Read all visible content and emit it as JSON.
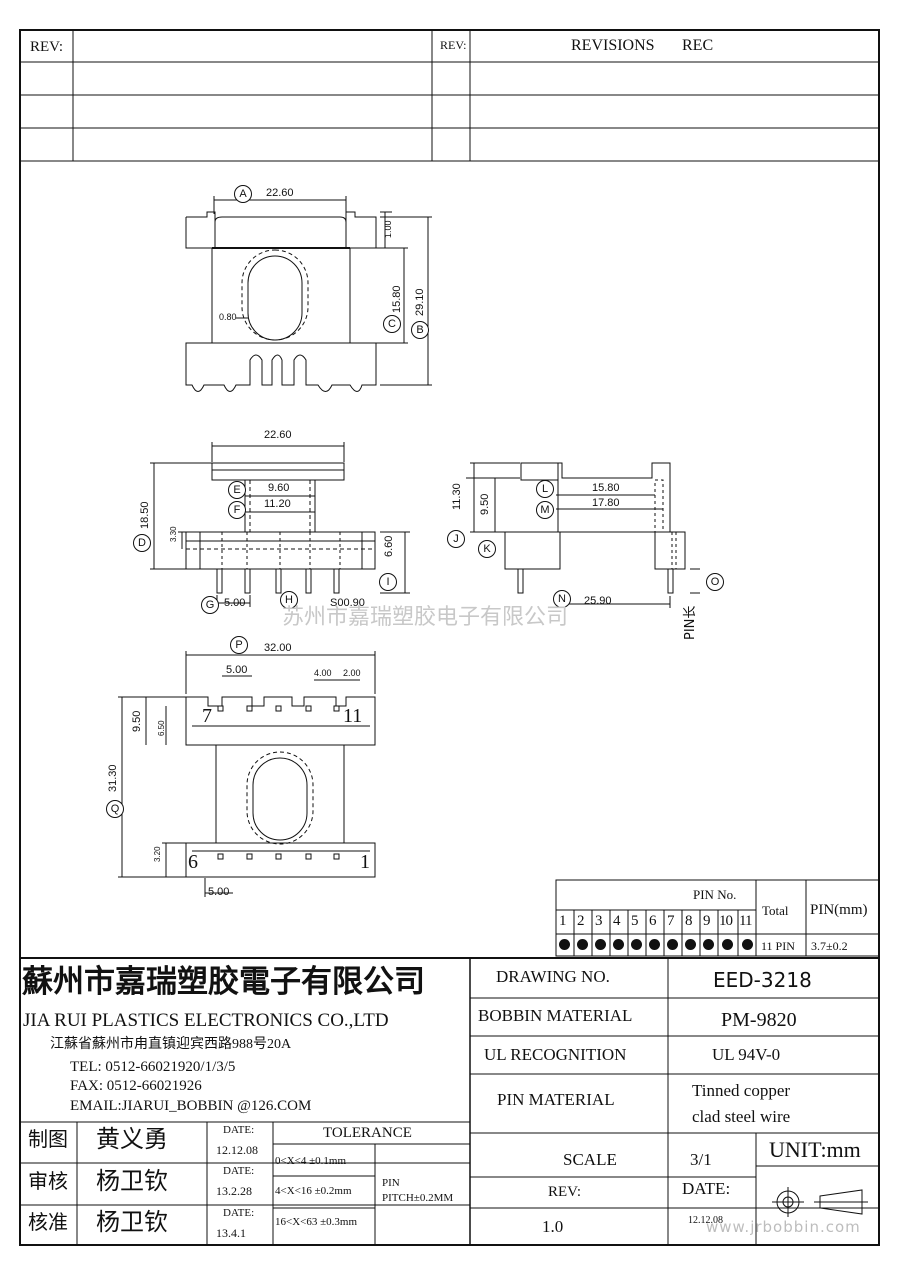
{
  "revision_table": {
    "left_header": "REV:",
    "right_header": "REV:",
    "revisions_label": "REVISIONS",
    "rec_label": "REC"
  },
  "top_view": {
    "label_a": "A",
    "label_b": "B",
    "label_c": "C",
    "width": "22.60",
    "height": "29.10",
    "inner_height": "15.80",
    "flange": "1.00",
    "wall": "0.80"
  },
  "front_view": {
    "label_d": "D",
    "label_e": "E",
    "label_f": "F",
    "label_g": "G",
    "label_h": "H",
    "label_i": "I",
    "width": "22.60",
    "e_dim": "9.60",
    "f_dim": "11.20",
    "height": "18.50",
    "step": "3.30",
    "i_dim": "6.60",
    "g_dim": "5.00",
    "h_dim": "S00.90"
  },
  "side_view": {
    "label_j": "J",
    "label_k": "K",
    "label_l": "L",
    "label_m": "M",
    "label_n": "N",
    "label_o": "O",
    "l_dim": "15.80",
    "m_dim": "17.80",
    "j_dim": "11.30",
    "k_dim": "9.50",
    "n_dim": "25.90",
    "pin_length": "PIN长"
  },
  "bottom_view": {
    "label_p": "P",
    "label_q": "Q",
    "width": "32.00",
    "pitch_top": "5.00",
    "gap1": "4.00",
    "gap2": "2.00",
    "h1": "9.50",
    "h2": "6.50",
    "height": "31.30",
    "base": "3.20",
    "pitch_bottom": "5.00",
    "pin7": "7",
    "pin11": "11",
    "pin6": "6",
    "pin1": "1"
  },
  "watermark_center": "苏州市嘉瑞塑胶电子有限公司",
  "watermark_corner": "www.jrbobbin.com",
  "pin_table": {
    "header": "PIN No.",
    "numbers": [
      "1",
      "2",
      "3",
      "4",
      "5",
      "6",
      "7",
      "8",
      "9",
      "10",
      "11"
    ],
    "total_label": "Total",
    "pin_mm_label": "PIN(mm)",
    "total_value": "11 PIN",
    "pin_mm_value": "3.7±0.2"
  },
  "company": {
    "name_cn": "蘇州市嘉瑞塑胶電子有限公司",
    "name_en": "JIA RUI PLASTICS ELECTRONICS CO.,LTD",
    "address": "江蘇省蘇州市甪直镇迎宾西路988号20A",
    "tel": "TEL:  0512-66021920/1/3/5",
    "fax": "FAX:  0512-66021926",
    "email": "EMAIL:JIARUI_BOBBIN @126.COM"
  },
  "title_block": {
    "drawing_no_label": "DRAWING   NO.",
    "drawing_no": "EED-3218",
    "bobbin_material_label": "BOBBIN  MATERIAL",
    "bobbin_material": "PM-9820",
    "ul_label": "UL RECOGNITION",
    "ul_value": "UL 94V-0",
    "pin_material_label": "PIN MATERIAL",
    "pin_material_1": "Tinned copper",
    "pin_material_2": "clad steel wire",
    "scale_label": "SCALE",
    "scale_value": "3/1",
    "unit": "UNIT:mm",
    "rev_label": "REV:",
    "rev_value": "1.0",
    "date_label": "DATE:",
    "date_value": "12.12.08"
  },
  "signoff": [
    {
      "role": "制图",
      "name": "黄义勇",
      "date_label": "DATE:",
      "date": "12.12.08"
    },
    {
      "role": "审核",
      "name": "杨卫钦",
      "date_label": "DATE:",
      "date": "13.2.28"
    },
    {
      "role": "核准",
      "name": "杨卫钦",
      "date_label": "DATE:",
      "date": "13.4.1"
    }
  ],
  "tolerance": {
    "title": "TOLERANCE",
    "rows": [
      "0<X<4  ±0.1mm",
      "4<X<16 ±0.2mm",
      "16<X<63 ±0.3mm"
    ],
    "pin_label": "PIN",
    "pin_pitch": "PITCH±0.2MM"
  }
}
